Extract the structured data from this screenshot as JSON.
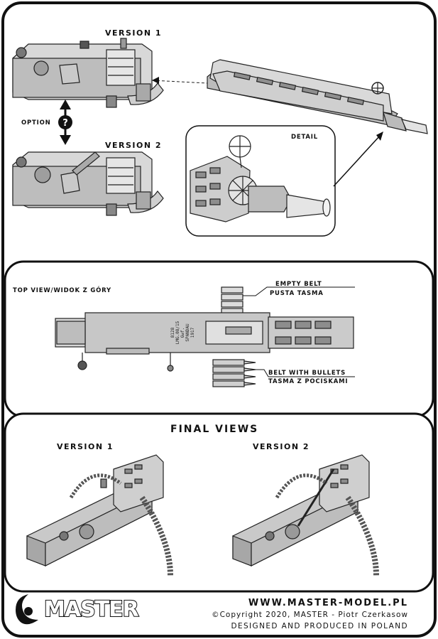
{
  "panel_top": {
    "version1_label": "VERSION 1",
    "version2_label": "VERSION 2",
    "option_label": "OPTION",
    "detail_label": "DETAIL"
  },
  "panel_middle": {
    "title": "TOP VIEW/WIDOK Z GÓRY",
    "empty_belt_en": "EMPTY BELT",
    "empty_belt_pl": "PUSTA TASMA",
    "belt_bullets_en": "BELT WITH BULLETS",
    "belt_bullets_pl": "TASMA Z POCISKAMI",
    "engraving": [
      "8128",
      "LMG.08/15",
      "Gwf.",
      "SPANDAU",
      "1917"
    ]
  },
  "panel_bottom": {
    "title": "FINAL VIEWS",
    "version1_label": "VERSION 1",
    "version2_label": "VERSION 2"
  },
  "footer": {
    "url": "WWW.MASTER-MODEL.PL",
    "copyright": "©Copyright 2020, MASTER - Piotr Czerkasow",
    "designed": "DESIGNED AND PRODUCED IN POLAND",
    "logo_text": "MASTER"
  }
}
